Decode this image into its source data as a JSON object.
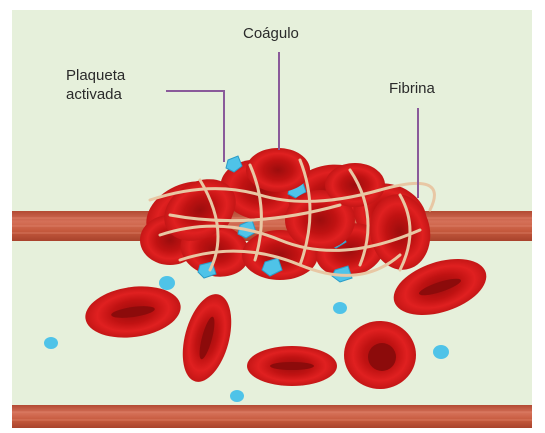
{
  "labels": {
    "clot": "Coágulo",
    "fibrin": "Fibrina",
    "activated_platelet_line1": "Plaqueta",
    "activated_platelet_line2": "activada"
  },
  "colors": {
    "background": "#e6f0db",
    "vessel_wall": "#c65a3e",
    "red_cell": "#d81818",
    "red_cell_center": "#a30f0f",
    "platelet": "#4fc3e8",
    "fibrin": "#e8c7a4",
    "leader_line": "#8a5a9a"
  }
}
